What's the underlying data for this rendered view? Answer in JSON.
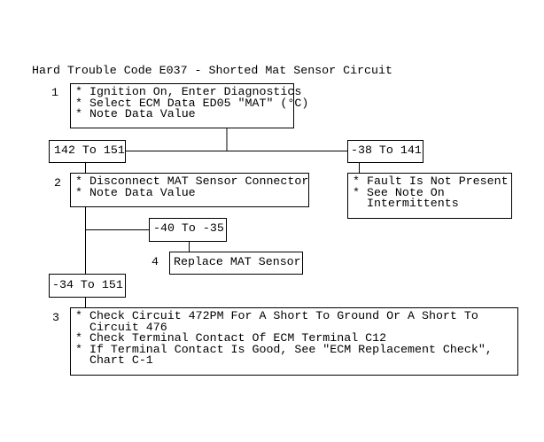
{
  "title": "Hard Trouble Code E037 - Shorted Mat Sensor Circuit",
  "steps": {
    "step1": {
      "number": "1",
      "lines": [
        "* Ignition On, Enter Diagnostics",
        "* Select ECM Data ED05 \"MAT\" (°C)",
        "* Note Data Value"
      ]
    },
    "step2": {
      "number": "2",
      "lines": [
        "* Disconnect MAT Sensor Connector",
        "* Note Data Value"
      ]
    },
    "step3": {
      "number": "3",
      "lines": [
        "* Check Circuit 472PM For A Short To Ground Or A Short To",
        "  Circuit 476",
        "* Check Terminal Contact Of ECM Terminal C12",
        "* If Terminal Contact Is Good, See \"ECM Replacement Check\",",
        "  Chart C-1"
      ]
    },
    "step4": {
      "number": "4",
      "lines": [
        "Replace MAT Sensor"
      ]
    }
  },
  "ranges": {
    "r1": "142 To 151",
    "r2": "-38 To 141",
    "r3": "-40 To -35",
    "r4": "-34 To 151"
  },
  "fault_box": {
    "lines": [
      "* Fault Is Not Present",
      "* See Note On",
      "  Intermittents"
    ]
  }
}
